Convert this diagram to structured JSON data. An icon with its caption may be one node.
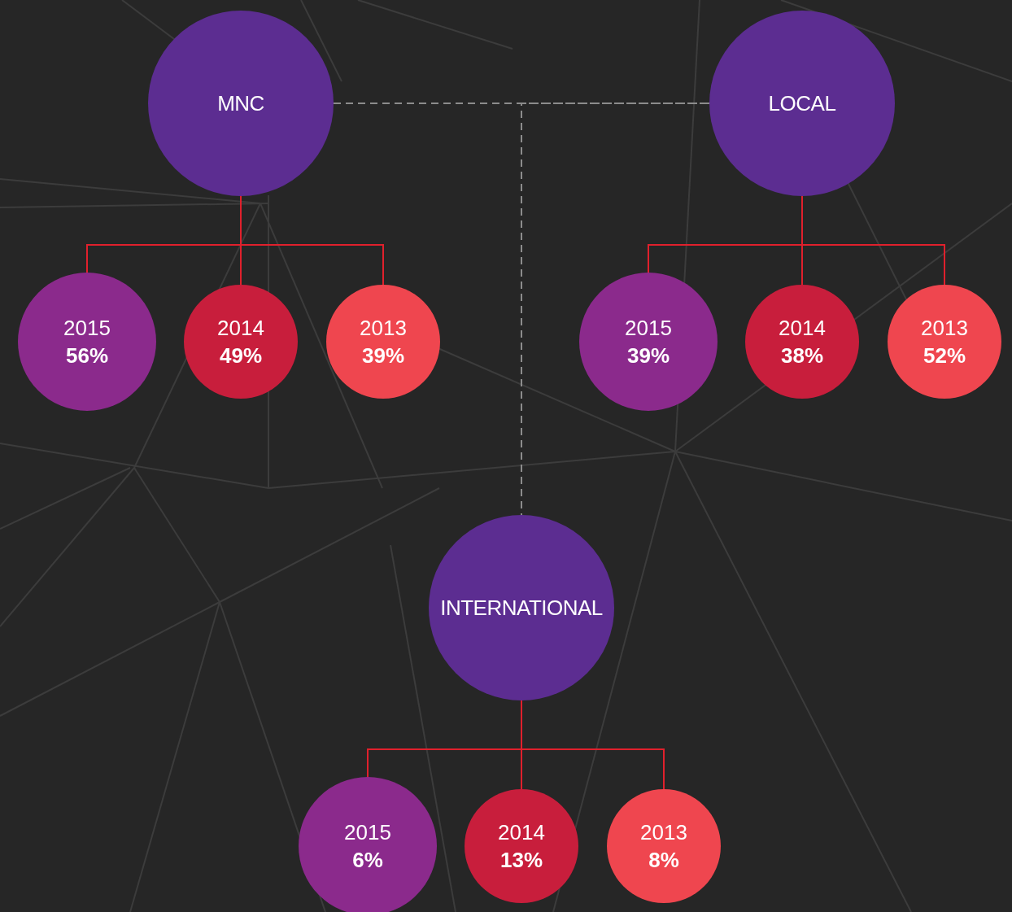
{
  "diagram": {
    "nodes": [
      {
        "text": [
          "MNC"
        ]
      },
      {
        "text": [
          "LOCAL"
        ]
      },
      {
        "text": [
          "INTERNATIONAL"
        ]
      },
      {
        "text": [
          "2015",
          "56%"
        ]
      },
      {
        "text": [
          "2014",
          "49%"
        ]
      },
      {
        "text": [
          "2013",
          "39%"
        ]
      },
      {
        "text": [
          "2015",
          "39%"
        ]
      },
      {
        "text": [
          "2014",
          "38%"
        ]
      },
      {
        "text": [
          "2013",
          "52%"
        ]
      },
      {
        "text": [
          "2015",
          "6%"
        ]
      },
      {
        "text": [
          "2014",
          "13%"
        ]
      },
      {
        "text": [
          "2013",
          "8%"
        ]
      }
    ],
    "edges": [
      {
        "from": 0,
        "to": 1,
        "arrow": "none",
        "style": "dashed",
        "color": "#8c8c8c"
      },
      {
        "from": 0,
        "to": 2,
        "arrow": "none",
        "style": "dashed",
        "color": "#8c8c8c"
      },
      {
        "from": 1,
        "to": 2,
        "arrow": "none",
        "style": "dashed",
        "color": "#8c8c8c"
      },
      {
        "from": 0,
        "to": 3,
        "arrow": "none"
      },
      {
        "from": 0,
        "to": 4,
        "arrow": "none"
      },
      {
        "from": 0,
        "to": 5,
        "arrow": "none"
      },
      {
        "from": 1,
        "to": 6,
        "arrow": "none"
      },
      {
        "from": 1,
        "to": 7,
        "arrow": "none"
      },
      {
        "from": 1,
        "to": 8,
        "arrow": "none"
      },
      {
        "from": 2,
        "to": 9,
        "arrow": "none"
      },
      {
        "from": 2,
        "to": 10,
        "arrow": "none"
      },
      {
        "from": 2,
        "to": 11,
        "arrow": "none"
      }
    ]
  }
}
